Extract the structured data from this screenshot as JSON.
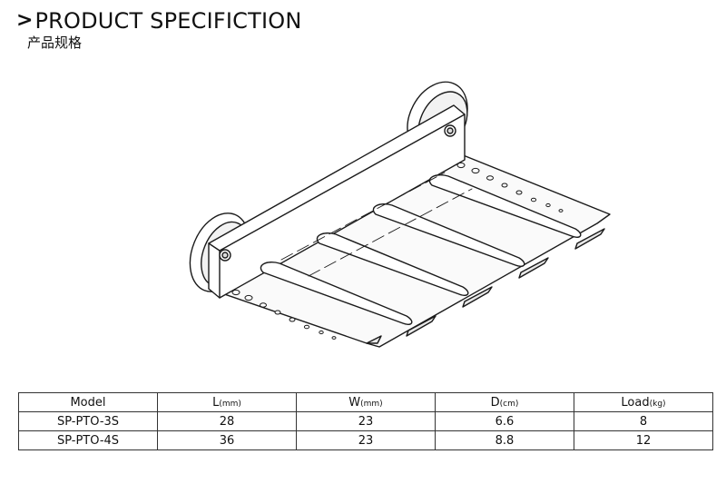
{
  "header": {
    "chevron": ">",
    "title": "PRODUCT SPECIFICTION",
    "subtitle": "产品规格"
  },
  "product_image": {
    "icon": "wall-mount-bracket-illustration"
  },
  "table": {
    "columns": [
      {
        "label": "Model",
        "unit": ""
      },
      {
        "label": "L",
        "unit": "(mm)"
      },
      {
        "label": "W",
        "unit": "(mm)"
      },
      {
        "label": "D",
        "unit": "(cm)"
      },
      {
        "label": "Load",
        "unit": "(kg)"
      }
    ],
    "rows": [
      [
        "SP-PTO-3S",
        "28",
        "23",
        "6.6",
        "8"
      ],
      [
        "SP-PTO-4S",
        "36",
        "23",
        "8.8",
        "12"
      ]
    ]
  }
}
